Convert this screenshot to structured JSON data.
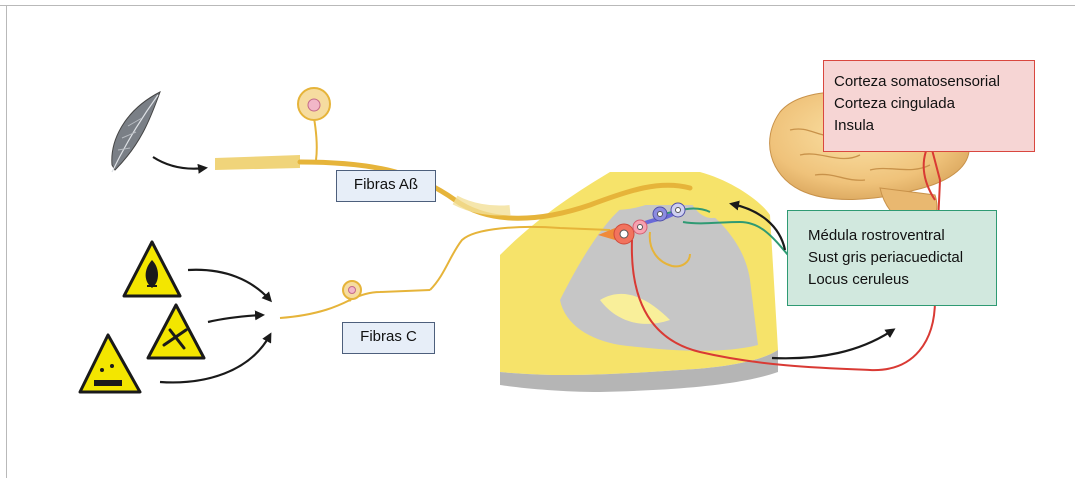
{
  "labels": {
    "fibras_ab": "Fibras Aß",
    "fibras_c": "Fibras C",
    "cortex_lines": [
      "Corteza somatosensorial",
      "Corteza cingulada",
      "Insula"
    ],
    "brainstem_lines": [
      "Médula rostroventral",
      "Sust gris periacuedictal",
      "Locus ceruleus"
    ]
  },
  "colors": {
    "nerve_fiber": "#e6b43a",
    "spinal_yellow": "#f6e36a",
    "spinal_grey": "#c6c6c6",
    "ascending_path": "#d93a34",
    "descending_path": "#2f9a73",
    "arrow": "#1a1a1a",
    "warning_sign": "#f3e600"
  },
  "icons": [
    "feather-icon",
    "fire-hazard-icon",
    "cut-hazard-icon",
    "corrosive-hazard-icon",
    "brain-illustration"
  ]
}
